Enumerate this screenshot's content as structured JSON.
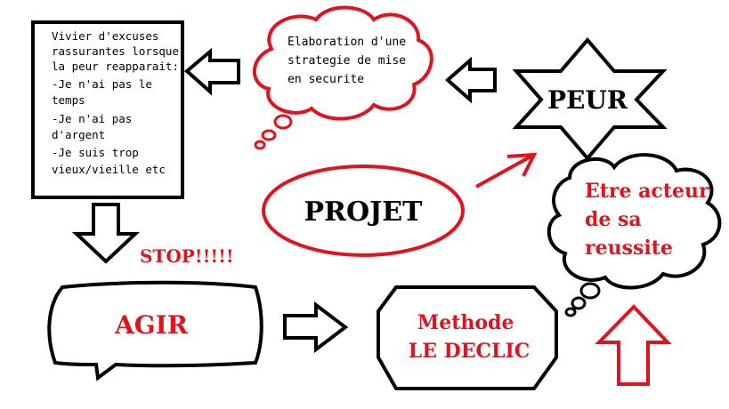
{
  "excuses_box": {
    "lines": [
      "Vivier d'excuses",
      "rassurantes lorsque",
      "la peur reapparait:",
      "-Je n'ai pas le",
      "temps",
      "-Je n'ai pas",
      "d'argent",
      "-Je suis trop",
      "vieux/vieille etc"
    ]
  },
  "thought_top": {
    "lines": [
      "Elaboration d'une",
      "strategie de mise",
      "en securite"
    ]
  },
  "peur": {
    "label": "PEUR"
  },
  "projet": {
    "label": "PROJET"
  },
  "acteur": {
    "lines": [
      "Etre acteur",
      "de sa",
      "reussite"
    ]
  },
  "stop": {
    "label": "STOP!!!!!"
  },
  "agir": {
    "label": "AGIR"
  },
  "methode": {
    "lines": [
      "Methode",
      "LE DECLIC"
    ]
  },
  "colors": {
    "red": "#e2131f",
    "black": "#000000"
  }
}
